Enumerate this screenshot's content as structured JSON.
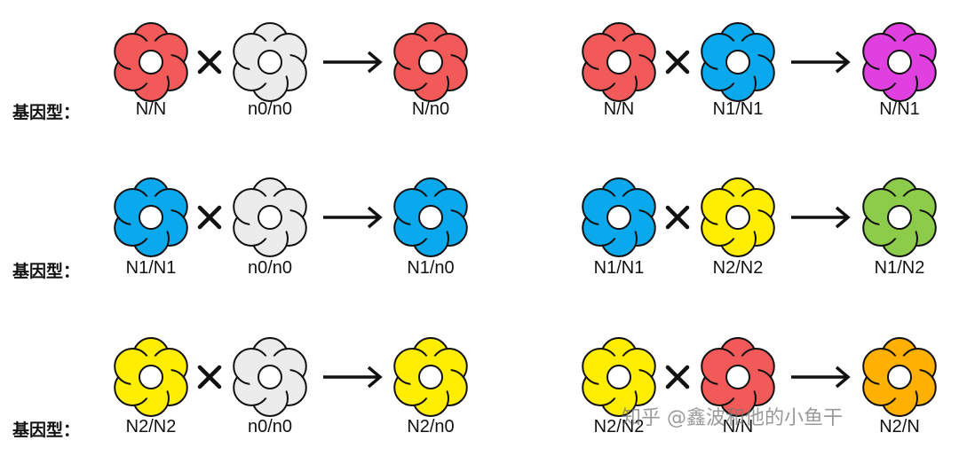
{
  "colors": {
    "red": "#f25a5a",
    "white": "#ececec",
    "blue": "#0aa8ec",
    "yellow": "#ffee00",
    "magenta": "#e040e0",
    "green": "#8ccc4a",
    "orange": "#ffb000"
  },
  "row_label": "基因型：",
  "crosses": [
    {
      "row": 0,
      "col": 0,
      "parent1": {
        "color": "red",
        "genotype": "N/N"
      },
      "parent2": {
        "color": "white",
        "genotype": "n0/n0"
      },
      "offspring": {
        "color": "red",
        "genotype": "N/n0"
      }
    },
    {
      "row": 0,
      "col": 1,
      "parent1": {
        "color": "red",
        "genotype": "N/N"
      },
      "parent2": {
        "color": "blue",
        "genotype": "N1/N1"
      },
      "offspring": {
        "color": "magenta",
        "genotype": "N/N1"
      }
    },
    {
      "row": 1,
      "col": 0,
      "parent1": {
        "color": "blue",
        "genotype": "N1/N1"
      },
      "parent2": {
        "color": "white",
        "genotype": "n0/n0"
      },
      "offspring": {
        "color": "blue",
        "genotype": "N1/n0"
      }
    },
    {
      "row": 1,
      "col": 1,
      "parent1": {
        "color": "blue",
        "genotype": "N1/N1"
      },
      "parent2": {
        "color": "yellow",
        "genotype": "N2/N2"
      },
      "offspring": {
        "color": "green",
        "genotype": "N1/N2"
      }
    },
    {
      "row": 2,
      "col": 0,
      "parent1": {
        "color": "yellow",
        "genotype": "N2/N2"
      },
      "parent2": {
        "color": "white",
        "genotype": "n0/n0"
      },
      "offspring": {
        "color": "yellow",
        "genotype": "N2/n0"
      }
    },
    {
      "row": 2,
      "col": 1,
      "parent1": {
        "color": "yellow",
        "genotype": "N2/N2"
      },
      "parent2": {
        "color": "red",
        "genotype": "N/N"
      },
      "offspring": {
        "color": "orange",
        "genotype": "N2/N"
      }
    }
  ],
  "watermark": "知乎 @鑫波和他的小鱼干"
}
